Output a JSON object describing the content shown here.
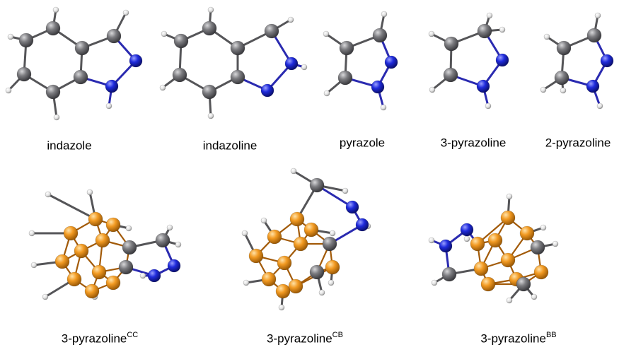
{
  "colors": {
    "carbon": "#6e6e72",
    "hydrogen": "#e6e6e6",
    "nitrogen": "#1f2bdc",
    "boron": "#f09a22",
    "bond": "#7a7a7a",
    "nbond": "#2a2ab0"
  },
  "molecules": [
    {
      "id": "indazole",
      "name": "indazole",
      "sup": ""
    },
    {
      "id": "indazoline",
      "name": "indazoline",
      "sup": ""
    },
    {
      "id": "pyrazole",
      "name": "pyrazole",
      "sup": ""
    },
    {
      "id": "pyrazoline3",
      "name": "3-pyrazoline",
      "sup": ""
    },
    {
      "id": "pyrazoline2",
      "name": "2-pyrazoline",
      "sup": ""
    },
    {
      "id": "cc",
      "name": "3-pyrazoline",
      "sup": "CC"
    },
    {
      "id": "cb",
      "name": "3-pyrazoline",
      "sup": "CB"
    },
    {
      "id": "bb",
      "name": "3-pyrazoline",
      "sup": "BB"
    }
  ]
}
